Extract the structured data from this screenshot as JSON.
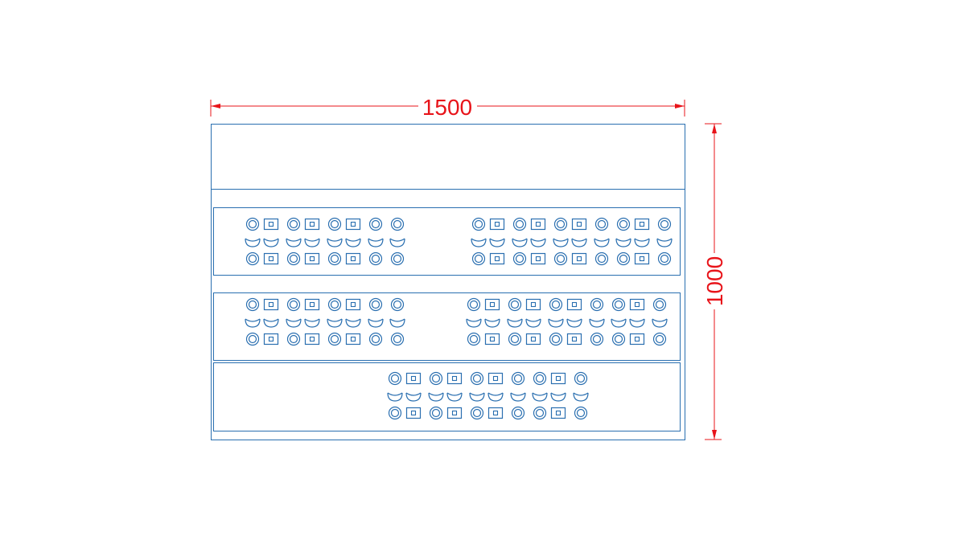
{
  "drawing": {
    "dimensions": {
      "width_label": "1500",
      "height_label": "1000"
    },
    "colors": {
      "outline": "#2a6fb0",
      "dimension": "#e8141a",
      "background": "#ffffff"
    },
    "panel": {
      "header_band": true,
      "rows": [
        {
          "left_group": [
            "circle-square",
            "circle-square",
            "circle-square",
            "circle",
            "circle"
          ],
          "right_group": [
            "circle-square",
            "circle-square",
            "circle-square",
            "circle",
            "circle-square",
            "circle"
          ]
        },
        {
          "left_group": [
            "circle-square",
            "circle-square",
            "circle-square",
            "circle",
            "circle"
          ],
          "right_group": [
            "circle-square",
            "circle-square",
            "circle-square",
            "circle",
            "circle-square",
            "circle"
          ]
        },
        {
          "center_group": [
            "circle-square",
            "circle-square",
            "circle-square",
            "circle",
            "circle-square",
            "circle"
          ]
        }
      ],
      "element_icons": {
        "circle": "socket-round-icon",
        "square": "socket-square-icon",
        "cup": "cup-holder-icon"
      }
    }
  }
}
